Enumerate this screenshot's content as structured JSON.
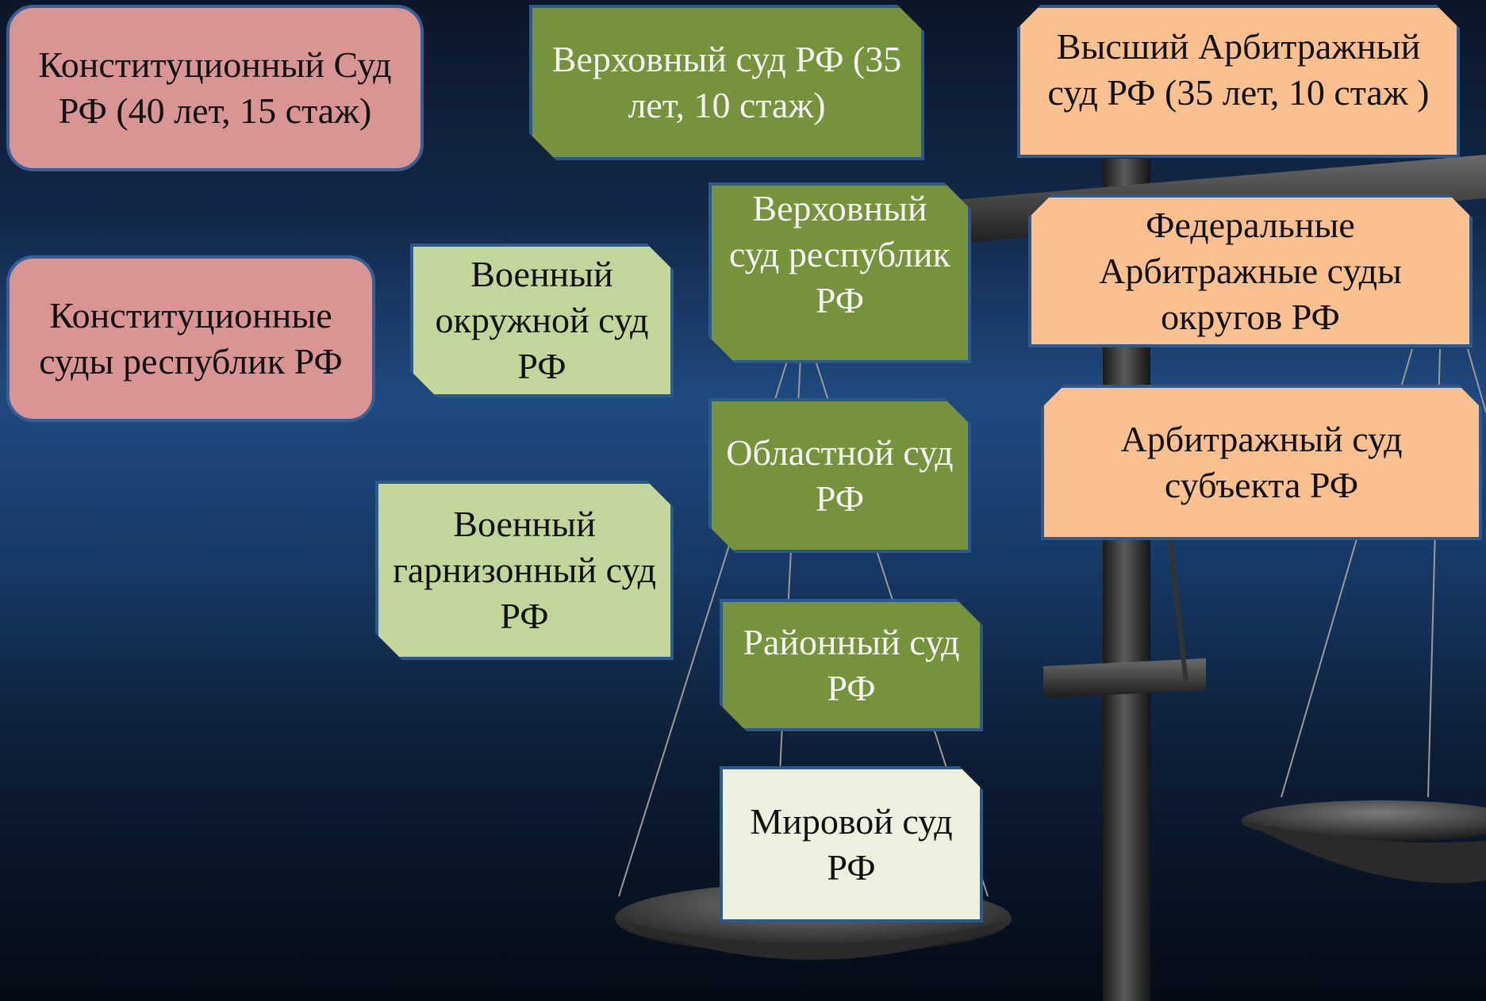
{
  "courts": {
    "constitutional_rf": "Конституционный Суд РФ (40 лет, 15 стаж)",
    "constitutional_republics": "Конституционные суды республик РФ",
    "supreme_rf": "Верховный суд РФ (35 лет, 10 стаж)",
    "supreme_republics": "Верховный суд республик РФ",
    "military_district": "Военный окружной суд РФ",
    "regional": "Областной суд РФ",
    "military_garrison": "Военный гарнизонный суд РФ",
    "district": "Районный суд РФ",
    "magistrate": "Мировой суд РФ",
    "higher_arbitration": "Высший Арбитражный суд РФ (35 лет, 10 стаж )",
    "federal_arbitration": "Федеральные Арбитражные суды округов РФ",
    "arbitration_subject": "Арбитражный суд субъекта РФ"
  },
  "colors": {
    "constitutional": "#d99594",
    "general_jurisdiction": "#76923c",
    "military": "#c3d69b",
    "arbitration": "#fac090",
    "magistrate": "#ebf1de"
  }
}
